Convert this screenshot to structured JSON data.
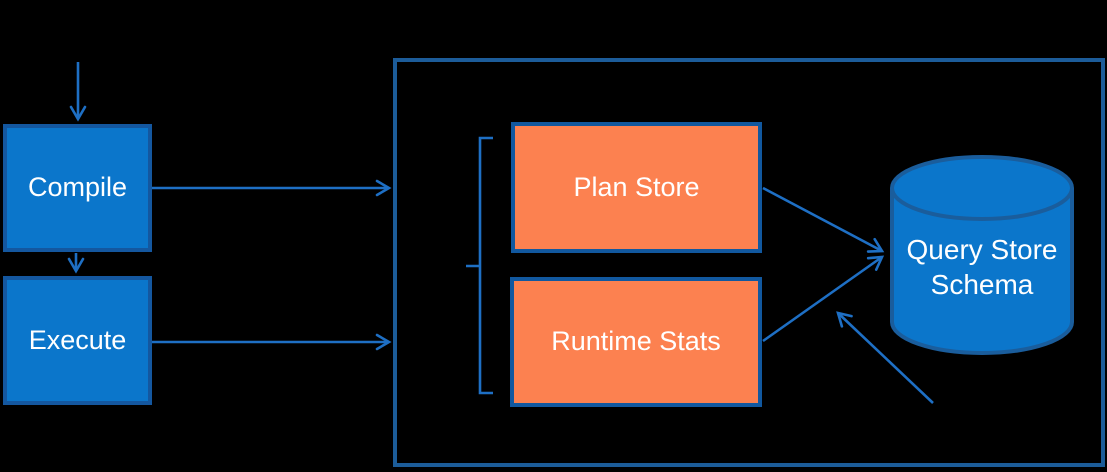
{
  "diagram": {
    "nodes": {
      "compile": {
        "label": "Compile"
      },
      "execute": {
        "label": "Execute"
      },
      "plan_store": {
        "label": "Plan Store"
      },
      "runtime_stats": {
        "label": "Runtime Stats"
      },
      "query_store_schema": {
        "label_line1": "Query Store",
        "label_line2": "Schema"
      }
    },
    "edges": [
      {
        "from": "offscreen-top",
        "to": "compile",
        "type": "arrow"
      },
      {
        "from": "compile",
        "to": "execute",
        "type": "arrow"
      },
      {
        "from": "compile",
        "to": "query-store-container",
        "type": "arrow"
      },
      {
        "from": "execute",
        "to": "query-store-container",
        "type": "arrow"
      },
      {
        "from": "plan_store",
        "to": "query_store_schema",
        "type": "arrow"
      },
      {
        "from": "runtime_stats",
        "to": "query_store_schema",
        "type": "arrow"
      },
      {
        "from": "offscreen-bottom-right",
        "to": "query_store_schema",
        "type": "arrow"
      },
      {
        "from": "brace",
        "to": "plan_store-and-runtime_stats",
        "type": "grouping-brace"
      }
    ],
    "colors": {
      "background": "#000000",
      "node_blue_fill": "#0b76cb",
      "node_blue_border": "#14579f",
      "node_orange_fill": "#fc8150",
      "node_orange_border": "#11589f",
      "container_border": "#1c5c99",
      "arrow": "#1e6fc4",
      "cylinder_fill": "#0b76cb",
      "cylinder_border": "#1a5d9c",
      "text": "#ffffff"
    }
  }
}
